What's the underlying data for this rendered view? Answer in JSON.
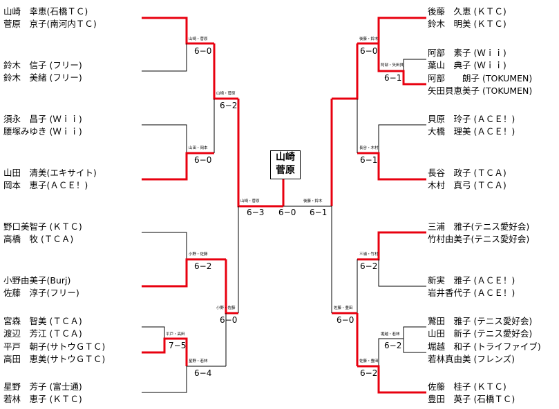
{
  "left_entries": [
    {
      "p1": "山崎　幸恵(石橋ＴＣ)",
      "p2": "菅原　京子(南河内ＴＣ)"
    },
    {
      "p1": "鈴木　信子 (フリー)",
      "p2": "鈴木　美緒 (フリー)"
    },
    {
      "p1": "須永　昌子 (Ｗｉｉ)",
      "p2": "腰塚みゆき (Ｗｉｉ)"
    },
    {
      "p1": "山田　清美(エキサイト)",
      "p2": "岡本　恵子(ＡＣＥ！)"
    },
    {
      "p1": "野口美智子 (ＫＴＣ)",
      "p2": "高橋　牧 (ＴＣＡ)"
    },
    {
      "p1": "小野由美子(Burj)",
      "p2": "佐藤　淳子(フリー)"
    },
    {
      "p1": "宮森　智美 (ＴＣＡ)",
      "p2": "渡辺　芳江 (ＴＣＡ)"
    },
    {
      "p1": "平戸　朝子(サトウＧＴＣ)",
      "p2": "高田　恵美(サトウＧＴＣ)"
    },
    {
      "p1": "星野　芳子 (富士通)",
      "p2": "若林　恵子 (ＫＴＣ)"
    }
  ],
  "right_entries": [
    {
      "p1": "後藤　久恵 (ＫＴＣ)",
      "p2": "鈴木　明美 (ＫＴＣ)"
    },
    {
      "p1": "阿部　素子 (Ｗｉｉ)",
      "p2": "葉山　典子 (Ｗｉｉ)"
    },
    {
      "p1": "阿部　　朗子 (TOKUMEN)",
      "p2": "矢田貝恵美子 (TOKUMEN)"
    },
    {
      "p1": "貝原　玲子 (ＡＣＥ！)",
      "p2": "大橋　理美 (ＡＣＥ！)"
    },
    {
      "p1": "長谷　政子 (ＴＣＡ)",
      "p2": "木村　真弓 (ＴＣＡ)"
    },
    {
      "p1": "三浦　雅子(テニス愛好会)",
      "p2": "竹村由美子(テニス愛好会)"
    },
    {
      "p1": "新実　雅子 (ＡＣＥ！)",
      "p2": "岩井香代子 (ＡＣＥ！)"
    },
    {
      "p1": "鷲田　雅子 (テニス愛好会)",
      "p2": "山田　新子 (テニス愛好会)"
    },
    {
      "p1": "堀越　和子 (トライファイブ)",
      "p2": "若林真由美 (フレンズ)"
    },
    {
      "p1": "佐藤　桂子 (ＫＴＣ)",
      "p2": "豊田　英子 (石橋ＴＣ)"
    }
  ],
  "labels": {
    "l_r1_a": {
      "pair": "山崎・菅原",
      "score": "6−0"
    },
    "l_r1_b": {
      "pair": "山田・岡本",
      "score": "6−0"
    },
    "l_r1_c": {
      "pair": "小野・佐藤",
      "score": "6−2"
    },
    "l_r0_d": {
      "pair": "平戸・高田",
      "score": "7−5"
    },
    "l_r1_d": {
      "pair": "星野・若林",
      "score": "6−4"
    },
    "l_r2_a": {
      "pair": "山崎・菅原",
      "score": "6−2"
    },
    "l_r2_b": {
      "pair": "小野・佐藤",
      "score": "6−0"
    },
    "l_semi": {
      "pair": "山崎・菅原",
      "score": "6−3"
    },
    "final_score": "6−0",
    "r_semi": {
      "pair": "後藤・鈴木",
      "score": "6−1"
    },
    "r_r2_a": {
      "pair": "後藤・鈴木",
      "score": "6−0"
    },
    "r_r2_b": {
      "pair": "佐藤・豊田",
      "score": "6−0"
    },
    "r_r0_a": {
      "pair": "阿部・矢田貝",
      "score": "6−1"
    },
    "r_r1_b": {
      "pair": "長谷・木村",
      "score": "6−1"
    },
    "r_r1_c": {
      "pair": "三浦・竹村",
      "score": "6−2"
    },
    "r_r0_d": {
      "pair": "堀越・若林",
      "score": "6−2"
    },
    "r_r1_d": {
      "pair": "佐藤・豊田",
      "score": "6−2"
    }
  },
  "champion": {
    "line1": "山崎",
    "line2": "菅原"
  },
  "colors": {
    "win": "#e8000f",
    "line": "#000000"
  }
}
